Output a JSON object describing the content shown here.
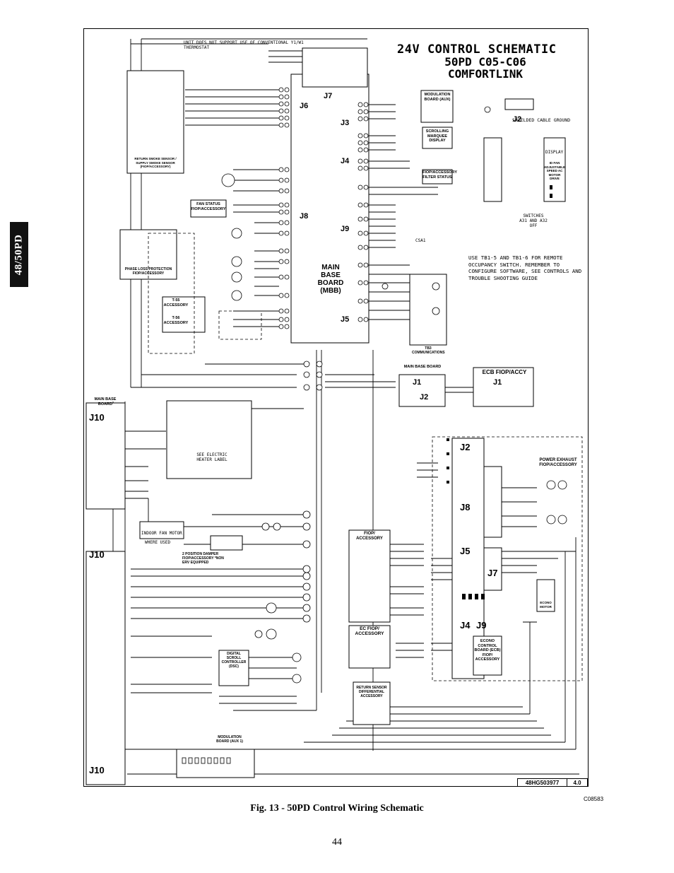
{
  "side_tab": "48/50PD",
  "title": {
    "line1": "24V CONTROL SCHEMATIC",
    "line2": "50PD C05-C06",
    "line3": "COMFORTLINK"
  },
  "note": "USE TB1-5 AND TB1-6 FOR REMOTE OCCUPANCY SWITCH. REMEMBER TO CONFIGURE SOFTWARE, SEE CONTROLS AND TROUBLE SHOOTING GUIDE",
  "top_note": "UNIT DOES NOT SUPPORT USE OF CONVENTIONAL Y1/W1 THERMOSTAT",
  "shielded_cable": "SHIELDED CABLE GROUND",
  "mbb_label": "MAIN BASE BOARD (MBB)",
  "connectors": {
    "j6": "J6",
    "j7": "J7",
    "j3": "J3",
    "j4": "J4",
    "j8": "J8",
    "j9": "J9",
    "j5": "J5",
    "j2": "J2",
    "j1": "J1",
    "j2b": "J2",
    "j10a": "J10",
    "j10b": "J10",
    "j10c": "J10",
    "j2c": "J2",
    "j8b": "J8",
    "j5b": "J5",
    "j7b": "J7",
    "j4b": "J4",
    "j9b": "J9"
  },
  "blocks": {
    "modulation_board": "MODULATION BOARD (AUX)",
    "scrolling_display": "SCROLLING MARQUEE DISPLAY",
    "filter_status": "FIOP/ACCESSORY FILTER STATUS",
    "fan_status": "FAN STATUS FIOP/ACCESSORY",
    "phase_loss": "PHASE LOSS PROTECTION FIOP/ACCESSORY",
    "t55": "T-55 ACCESSORY",
    "t56": "T-56 ACCESSORY",
    "tb_comm": "TB3 COMMUNICATIONS",
    "main_base_board": "MAIN BASE BOARD",
    "ecb_accy": "ECB FIOP/ACCY",
    "heater_label": "SEE ELECTRIC HEATER LABEL",
    "indoor_fan": "INDOOR FAN MOTOR",
    "where_used": "WHERE USED",
    "damper": "2 POSITION DAMPER FIOP/ACCESSORY *NON ERV EQUIPPED",
    "dsc": "DIGITAL SCROLL CONTROLLER (DSC)",
    "mod_board_aux": "MODULATION BOARD (AUX 1)",
    "power_exhaust": "POWER EXHAUST FIOP/ACCESSORY",
    "fiop_accessory": "FIOP/ ACCESSORY",
    "ec_fiop": "EC FIOP/ ACCESSORY",
    "return_sensor": "RETURN SENSOR DIFFERENTIAL ACCESSORY",
    "econo_board": "ECONO CONTROL BOARD (ECB) FIOP/ ACCESSORY",
    "econo_motor": "ECONO MOTOR",
    "display": "DISPLAY",
    "id_fan": "ID FAN ADJUSTABLE SPEED AC MOTOR DRIVE",
    "smoke": "RETURN SMOKE SENSOR / SUPPLY SMOKE SENSOR (FIOP/ACCESSORY)",
    "main_base_board_left": "MAIN BASE BOARD",
    "csa": "CSA1",
    "switches": "SWITCHES A31 AND A32 OFF"
  },
  "doc_number": "48HG503977",
  "revision": "4.0",
  "figure_code": "C08583",
  "caption": "Fig. 13 - 50PD Control Wiring Schematic",
  "page_number": "44"
}
